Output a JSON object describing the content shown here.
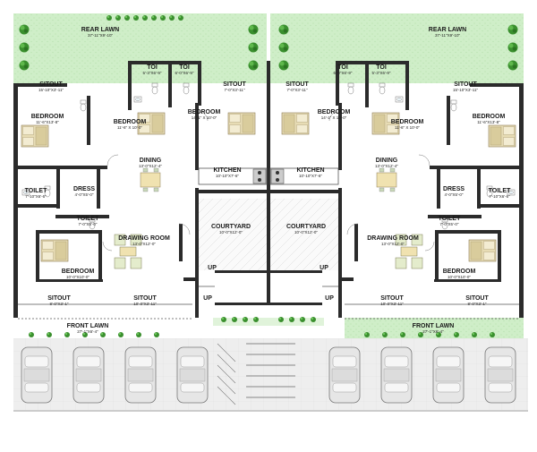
{
  "colors": {
    "wall": "#2b2b2b",
    "floor": "#ffffff",
    "lawn": "#cfeec8",
    "tree": "#3a8f2e",
    "paving": "#eeeeee",
    "bed": "#e7dcb4",
    "car": "#e6e6e6"
  },
  "left_unit": {
    "rear_lawn": {
      "name": "REAR LAWN",
      "size": "37'-11\"X9'-10\""
    },
    "sitout_rear_left": {
      "name": "SITOUT",
      "size": "15'-10\"X3'-11\""
    },
    "toi_1": {
      "name": "TOI",
      "size": "5'-3\"X6'-9\""
    },
    "toi_2": {
      "name": "TOI",
      "size": "6'-0\"X6'-9\""
    },
    "sitout_rear_right": {
      "name": "SITOUT",
      "size": "7'-0\"X3'-11\""
    },
    "bedroom_1": {
      "name": "BEDROOM",
      "size": "11'-6\"X13'-8\""
    },
    "bedroom_2": {
      "name": "BEDROOM",
      "size": "11'-6\" X 10'-0\""
    },
    "bedroom_3": {
      "name": "BEDROOM",
      "size": "14'-1\" X 10'-0\""
    },
    "dining": {
      "name": "DINING",
      "size": "13'-0\"X12'-4\""
    },
    "kitchen": {
      "name": "KITCHEN",
      "size": "10'-10\"X7'-6\""
    },
    "toilet_1": {
      "name": "TOILET",
      "size": "7'-10\"X6'-6\""
    },
    "dress": {
      "name": "DRESS",
      "size": "4'-0\"X5'-0\""
    },
    "toilet_2": {
      "name": "TOILET",
      "size": "7'-0\"X5'-0\""
    },
    "courtyard": {
      "name": "COURTYARD",
      "size": "10'-0\"X12'-0\""
    },
    "drawing_room": {
      "name": "DRAWING ROOM",
      "size": "13'-0\"X12'-0\""
    },
    "bedroom_4": {
      "name": "BEDROOM",
      "size": "10'-0\"X10'-0\""
    },
    "up_1": "UP",
    "up_2": "UP",
    "sitout_front_left": {
      "name": "SITOUT",
      "size": "8'-0\"X3'-1\""
    },
    "sitout_front_right": {
      "name": "SITOUT",
      "size": "10'-0\"X3'-11\""
    },
    "front_lawn": {
      "name": "FRONT LAWN",
      "size": "27'-1\"X6'-4\""
    }
  },
  "right_unit": {
    "rear_lawn": {
      "name": "REAR LAWN",
      "size": "37'-11\"X9'-10\""
    },
    "sitout_rear_left": {
      "name": "SITOUT",
      "size": "7'-0\"X3'-11\""
    },
    "toi_1": {
      "name": "TOI",
      "size": "6'-0\"X6'-9\""
    },
    "toi_2": {
      "name": "TOI",
      "size": "5'-3\"X6'-9\""
    },
    "sitout_rear_right": {
      "name": "SITOUT",
      "size": "15'-10\"X3'-11\""
    },
    "bedroom_1": {
      "name": "BEDROOM",
      "size": "14'-1\" X 10'-0\""
    },
    "bedroom_2": {
      "name": "BEDROOM",
      "size": "11'-6\" X 10'-0\""
    },
    "bedroom_3": {
      "name": "BEDROOM",
      "size": "11'-6\"X13'-8\""
    },
    "dining": {
      "name": "DINING",
      "size": "13'-0\"X12'-4\""
    },
    "kitchen": {
      "name": "KITCHEN",
      "size": "10'-10\"X7'-6\""
    },
    "dress": {
      "name": "DRESS",
      "size": "4'-0\"X5'-0\""
    },
    "toilet_1": {
      "name": "TOILET",
      "size": "7'-10\"X6'-6\""
    },
    "toilet_2": {
      "name": "TOILET",
      "size": "7'-0\"X5'-0\""
    },
    "courtyard": {
      "name": "COURTYARD",
      "size": "10'-0\"X12'-0\""
    },
    "drawing_room": {
      "name": "DRAWING ROOM",
      "size": "13'-0\"X12'-0\""
    },
    "bedroom_4": {
      "name": "BEDROOM",
      "size": "10'-0\"X10'-0\""
    },
    "up_1": "UP",
    "up_2": "UP",
    "sitout_front_left": {
      "name": "SITOUT",
      "size": "10'-0\"X3'-11\""
    },
    "sitout_front_right": {
      "name": "SITOUT",
      "size": "8'-0\"X3'-1\""
    },
    "front_lawn": {
      "name": "FRONT LAWN",
      "size": "27'-1\"X6'-4\""
    }
  }
}
